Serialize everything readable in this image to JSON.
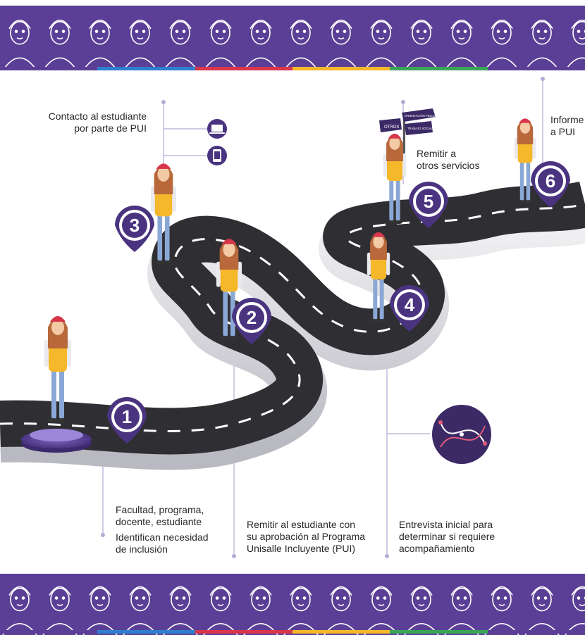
{
  "colors": {
    "band": "#5b3f96",
    "road": "#2f2f33",
    "road_edge": "#d9d9de",
    "badge": "#4a3480",
    "badge_ring": "#ffffff",
    "accent_yellow": "#f5b82a",
    "accent_red": "#d9364b",
    "accent_blue": "#2f7fcf",
    "accent_green": "#39a657",
    "leader_line": "#b7a9d6"
  },
  "steps": [
    {
      "number": "1",
      "captions": [
        "Facultad, programa,\ndocente, estudiante",
        "Identifican necesidad\nde inclusión"
      ]
    },
    {
      "number": "2",
      "captions": [
        "Remitir al estudiante con\nsu aprobación al Programa\nUnisalle Incluyente (PUI)"
      ]
    },
    {
      "number": "3",
      "captions": [
        "Contacto al estudiante\npor parte de PUI"
      ]
    },
    {
      "number": "4",
      "captions": [
        "Entrevista inicial para\ndeterminar si requiere\nacompañamiento"
      ]
    },
    {
      "number": "5",
      "captions": [
        "Remitir a\notros servicios"
      ]
    },
    {
      "number": "6",
      "captions": [
        "Informe\na PUI"
      ]
    }
  ],
  "signpost": {
    "signs": [
      "OTROS",
      "ORIENTACIÓN PSICOLÓGICA",
      "TRABAJO SOCIAL"
    ]
  },
  "icons": {
    "step3": [
      "laptop-icon",
      "tablet-icon"
    ],
    "step4": "route-map-icon"
  }
}
